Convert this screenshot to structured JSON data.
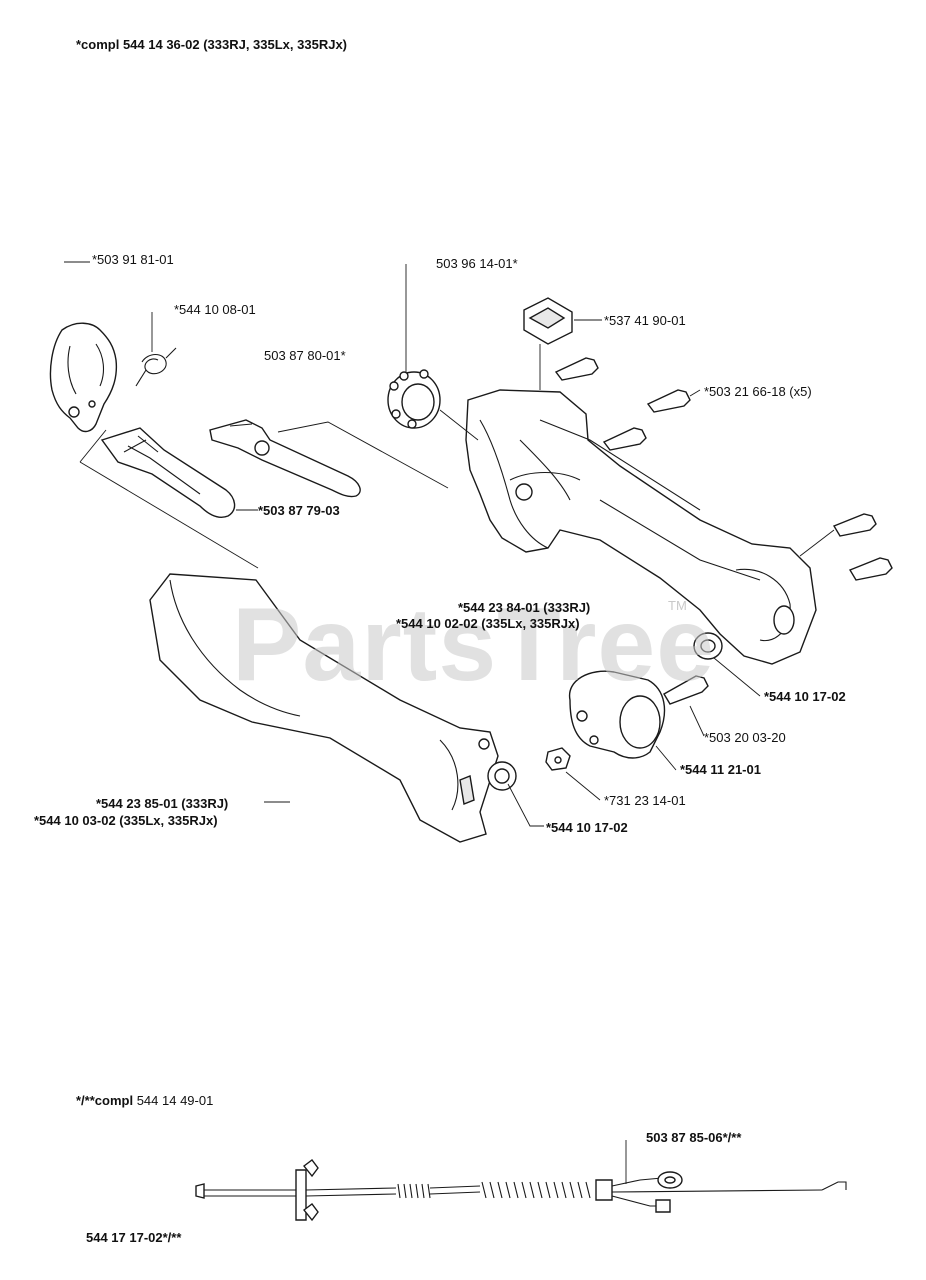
{
  "watermark": "PartsTree",
  "watermark_mark": "TM",
  "labels": {
    "header_compl": "*compl 544 14 36-02 (333RJ, 335Lx, 335RJx)",
    "p_503918101": "*503 91 81-01",
    "p_544100801": "*544 10 08-01",
    "p_503961401": "503 96 14-01*",
    "p_537419001": "*537 41 90-01",
    "p_503878001": "503 87 80-01*",
    "p_5032166": "*503 21 66-18 (x5)",
    "p_503877903": "*503 87 79-03",
    "p_544238401": "*544 23 84-01 (333RJ)",
    "p_544100202": "*544 10 02-02 (335Lx, 335RJx)",
    "p_544101702_a": "*544 10 17-02",
    "p_503200320": "*503 20 03-20",
    "p_544112101": "*544 11 21-01",
    "p_731231401": "*731 23 14-01",
    "p_544238501": "*544 23 85-01 (333RJ)",
    "p_544100302": "*544 10 03-02 (335Lx, 335RJx)",
    "p_544101702_b": "*544 10 17-02",
    "footer_compl_prefix": "*/**compl",
    "footer_compl_num": "544 14 49-01",
    "p_503878506": "503 87 85-06*/**",
    "p_544171702": "544 17 17-02*/**"
  }
}
